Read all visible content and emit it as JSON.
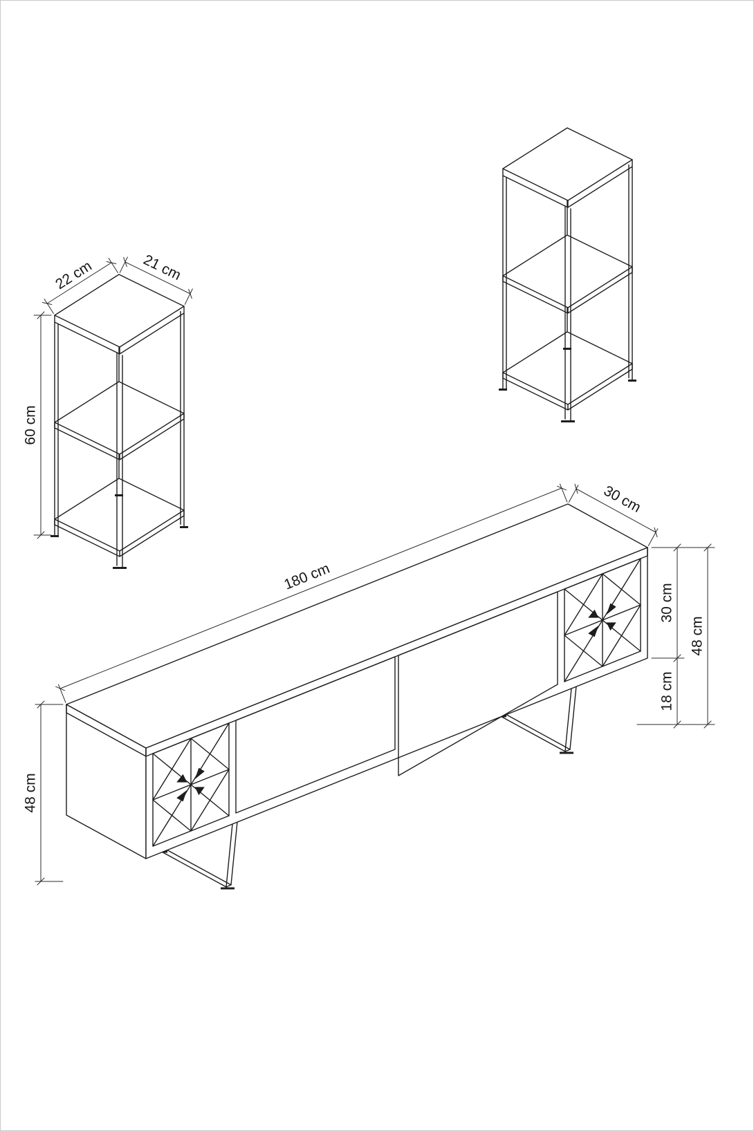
{
  "diagram": {
    "kind": "furniture-dimension-drawing",
    "items": [
      "side-table-tower-left",
      "side-table-tower-right",
      "tv-stand"
    ],
    "dimensions": {
      "side_table_width": "22 cm",
      "side_table_depth": "21 cm",
      "side_table_height": "60 cm",
      "tv_length": "180 cm",
      "tv_depth": "30 cm",
      "tv_cabinet_height": "30 cm",
      "tv_leg_clearance": "18 cm",
      "tv_total_height_right": "48 cm",
      "tv_total_height_left": "48 cm"
    }
  },
  "colors": {
    "background": "#ffffff",
    "line": "#1d1d1d",
    "dimension_line": "#2b2b2b",
    "page_border": "#c9c9c9"
  }
}
